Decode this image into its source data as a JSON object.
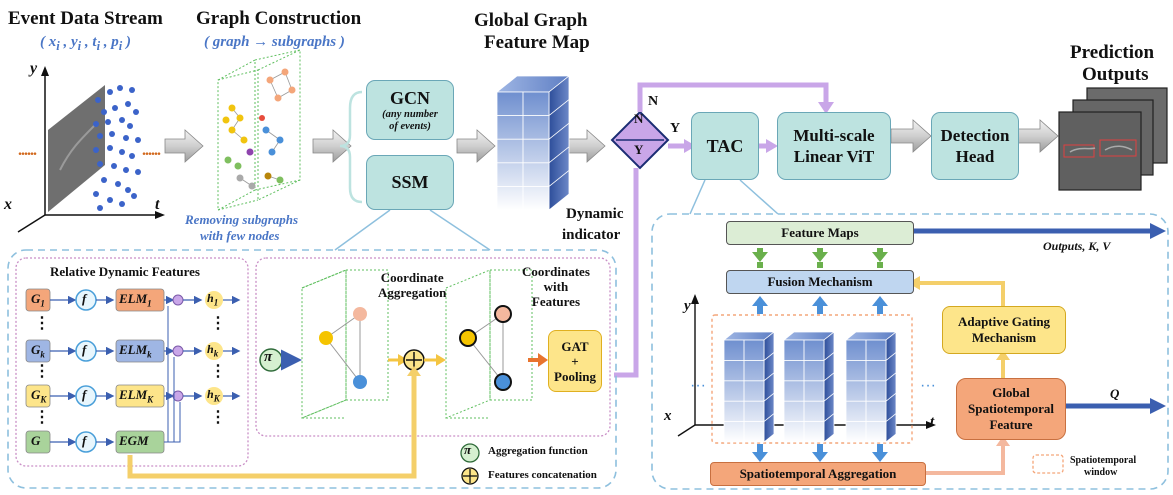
{
  "event_stream": {
    "title": "Event Data Stream",
    "tuple": "( x_i , y_i , t_i , p_i )",
    "axis_y": "y",
    "axis_x": "x",
    "axis_t": "t",
    "dots": "......"
  },
  "graph_construction": {
    "title": "Graph Construction",
    "subtitle": "( graph → subgraphs )",
    "note_line1": "Removing subgraphs",
    "note_line2": "with few nodes"
  },
  "gcn": {
    "label": "GCN",
    "sub1": "(any number",
    "sub2": "of events)"
  },
  "ssm": {
    "label": "SSM"
  },
  "global_graph": {
    "title_line1": "Global Graph",
    "title_line2": "Feature Map"
  },
  "decision": {
    "top": "N",
    "bottom": "Y",
    "n_label": "N",
    "y_label": "Y",
    "caption_line1": "Dynamic",
    "caption_line2": "indicator"
  },
  "tac": {
    "label": "TAC"
  },
  "vit": {
    "line1": "Multi-scale",
    "line2": "Linear ViT"
  },
  "detection": {
    "line1": "Detection",
    "line2": "Head"
  },
  "prediction": {
    "title_line1": "Prediction",
    "title_line2": "Outputs"
  },
  "relative_dynamic": {
    "title": "Relative Dynamic Features",
    "rows": [
      {
        "g": "G_1",
        "f": "f",
        "elm": "ELM_1",
        "h": "h_1"
      },
      {
        "g": "G_k",
        "f": "f",
        "elm": "ELM_k",
        "h": "h_k"
      },
      {
        "g": "G_K",
        "f": "f",
        "elm": "ELM_K",
        "h": "h_K"
      },
      {
        "g": "G",
        "f": "f",
        "elm": "EGM",
        "h": ""
      }
    ],
    "vdots": "⋮"
  },
  "coordinate": {
    "aggregation_line1": "Coordinate",
    "aggregation_line2": "Aggregation",
    "with_features_line1": "Coordinates",
    "with_features_line2": "with",
    "with_features_line3": "Features",
    "pi": "π",
    "gat_line1": "GAT",
    "gat_line2": "+",
    "gat_line3": "Pooling"
  },
  "legend": {
    "agg_symbol": "π",
    "agg_label": "Aggregation function",
    "concat_label": "Features concatenation"
  },
  "tac_detail": {
    "feature_maps": "Feature Maps",
    "fusion": "Fusion Mechanism",
    "outputs": "Outputs, K, V",
    "adaptive_line1": "Adaptive Gating",
    "adaptive_line2": "Mechanism",
    "global_line1": "Global",
    "global_line2": "Spatiotemporal",
    "global_line3": "Feature",
    "q": "Q",
    "st_aggregation": "Spatiotemporal Aggregation",
    "window_line1": "Spatiotemporal",
    "window_line2": "window",
    "axis_y": "y",
    "axis_x": "x",
    "axis_t": "t"
  },
  "colors": {
    "teal": "#bde3e0",
    "purple_arrow": "#c9a6e8",
    "blue_dash": "#8ec0de",
    "pink_dash": "#c98ec6",
    "orange": "#f4a67a",
    "yellow": "#fde58a",
    "light_blue": "#bfd6f0"
  }
}
